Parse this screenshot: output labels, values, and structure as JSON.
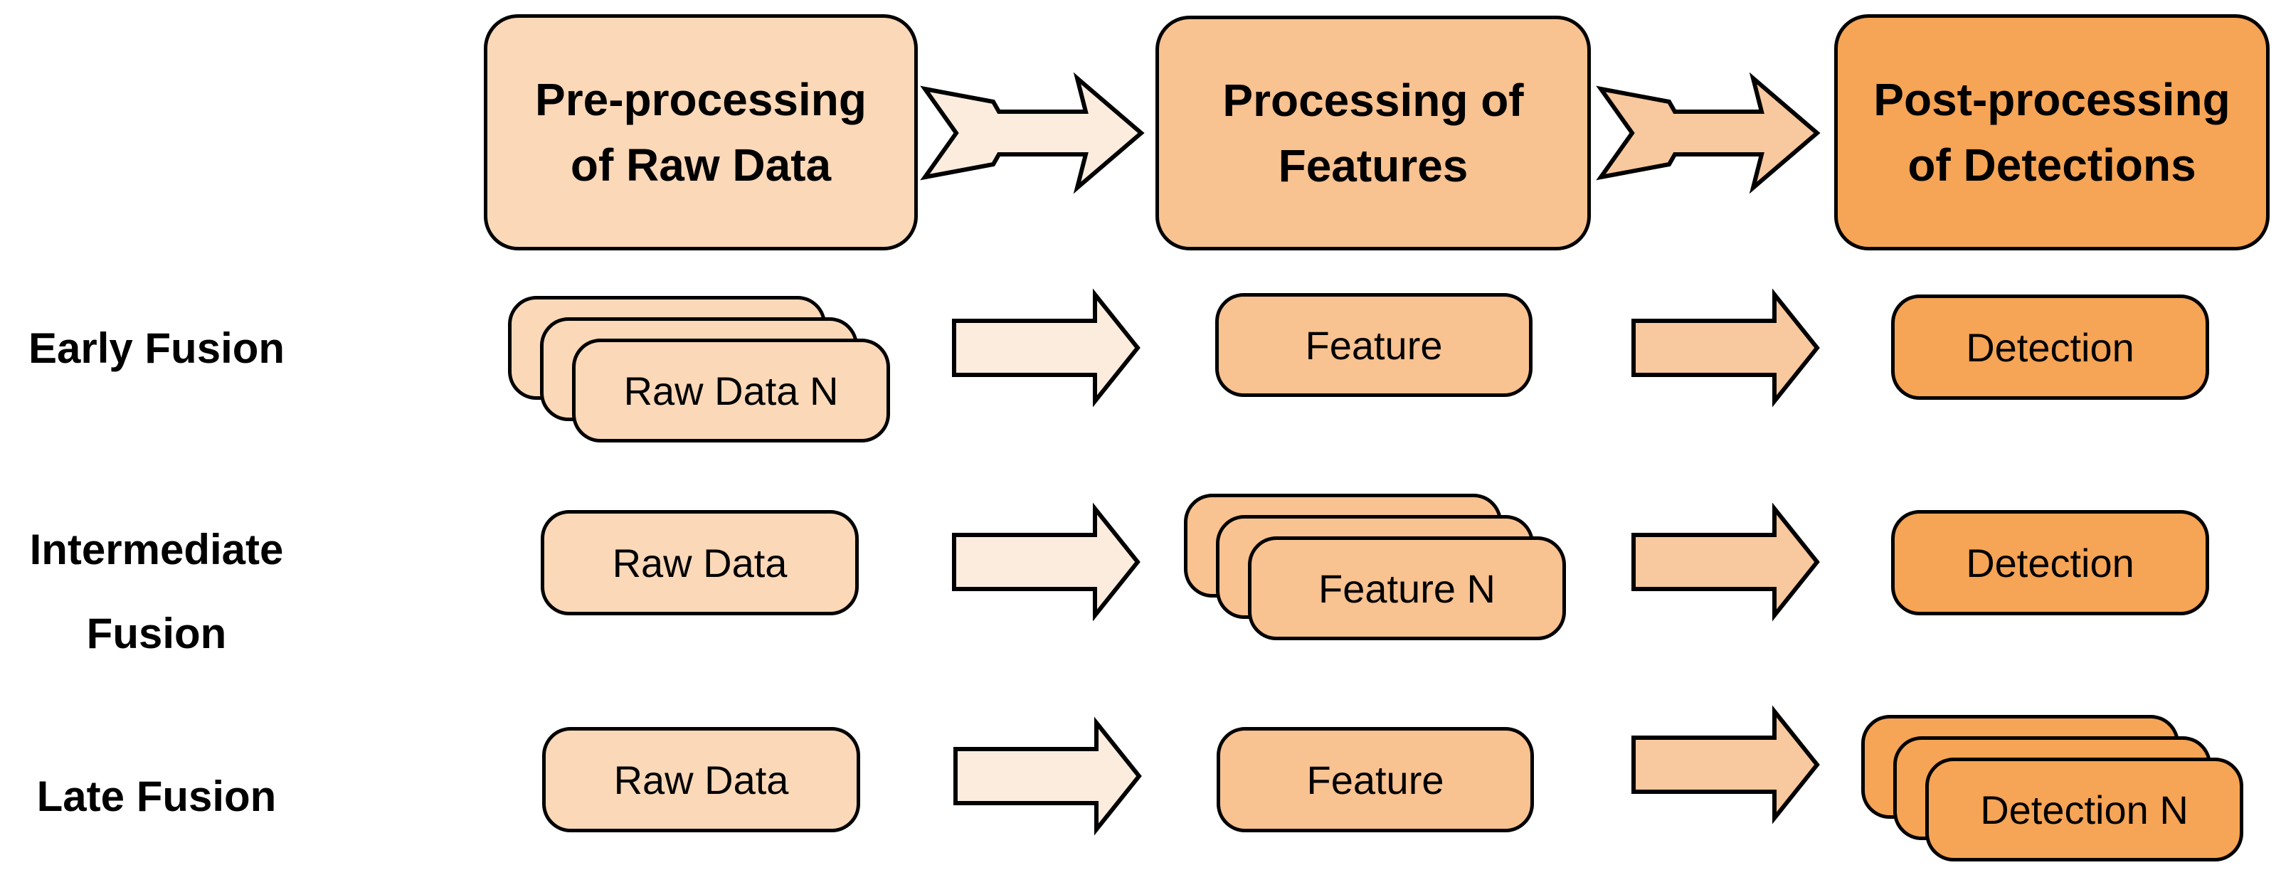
{
  "diagram": {
    "stages": [
      {
        "line1": "Pre-processing",
        "line2": "of Raw Data"
      },
      {
        "line1": "Processing of",
        "line2": "Features"
      },
      {
        "line1": "Post-processing",
        "line2": "of Detections"
      }
    ],
    "rows": [
      {
        "label1": "Early Fusion",
        "label2": "",
        "raw": "Raw Data N",
        "feature": "Feature",
        "detection": "Detection"
      },
      {
        "label1": "Intermediate",
        "label2": "Fusion",
        "raw": "Raw Data",
        "feature": "Feature N",
        "detection": "Detection"
      },
      {
        "label1": "Late Fusion",
        "label2": "",
        "raw": "Raw Data",
        "feature": "Feature",
        "detection": "Detection N"
      }
    ],
    "colors": {
      "raw_fill": "#fad8b8",
      "feature_fill": "#f8c291",
      "detection_fill": "#f6a455",
      "arrow_light_fill": "#fbecde",
      "arrow_medium_fill": "#f8c89e",
      "outline": "#000000",
      "background": "#ffffff",
      "text": "#000000"
    }
  }
}
